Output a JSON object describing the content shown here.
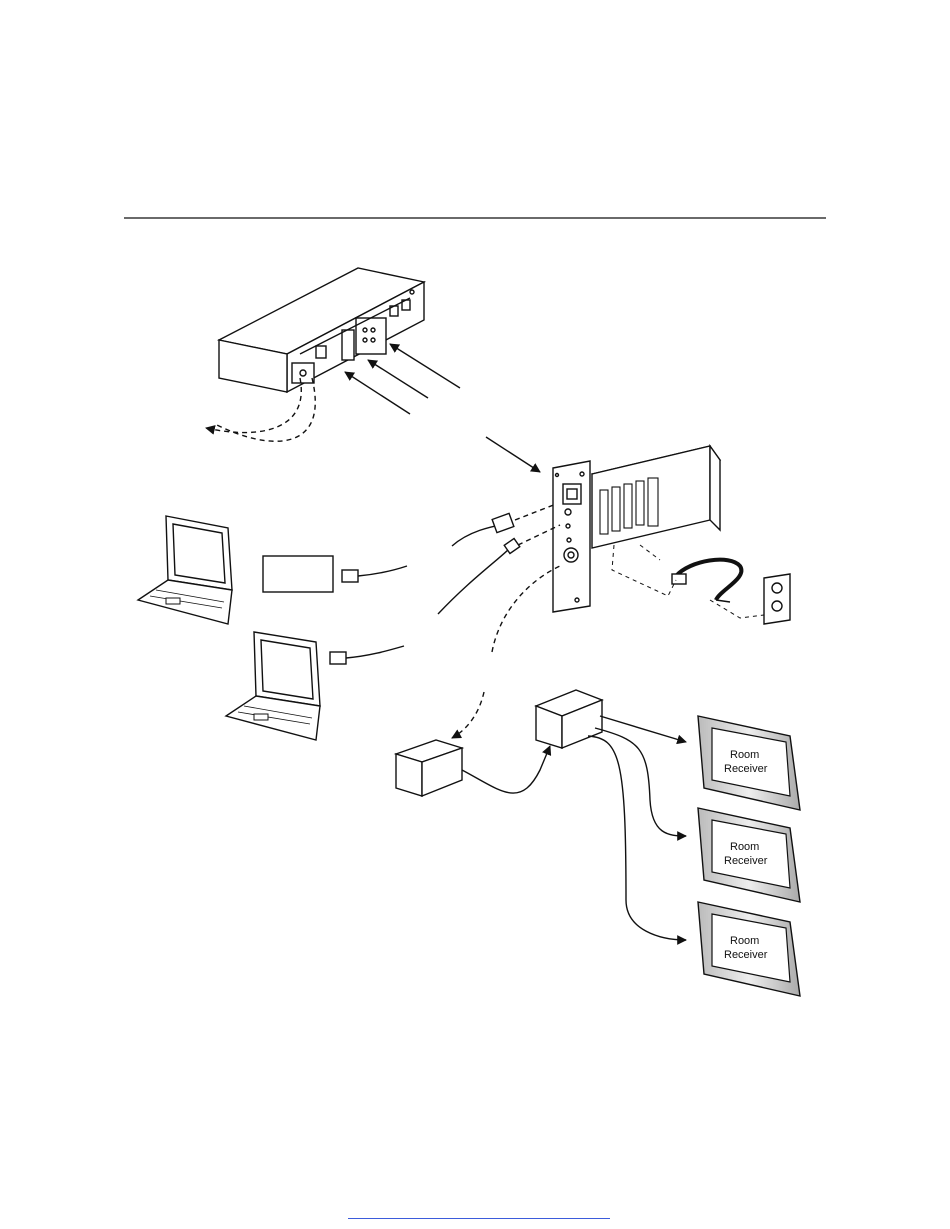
{
  "diagram": {
    "room_receivers": [
      {
        "line1": "Room",
        "line2": "Receiver"
      },
      {
        "line1": "Room",
        "line2": "Receiver"
      },
      {
        "line1": "Room",
        "line2": "Receiver"
      }
    ]
  },
  "colors": {
    "ink": "#111111",
    "line": "#222222",
    "paper": "#ffffff",
    "bezel": "#cfcfcf",
    "link": "#3b5bdb"
  }
}
